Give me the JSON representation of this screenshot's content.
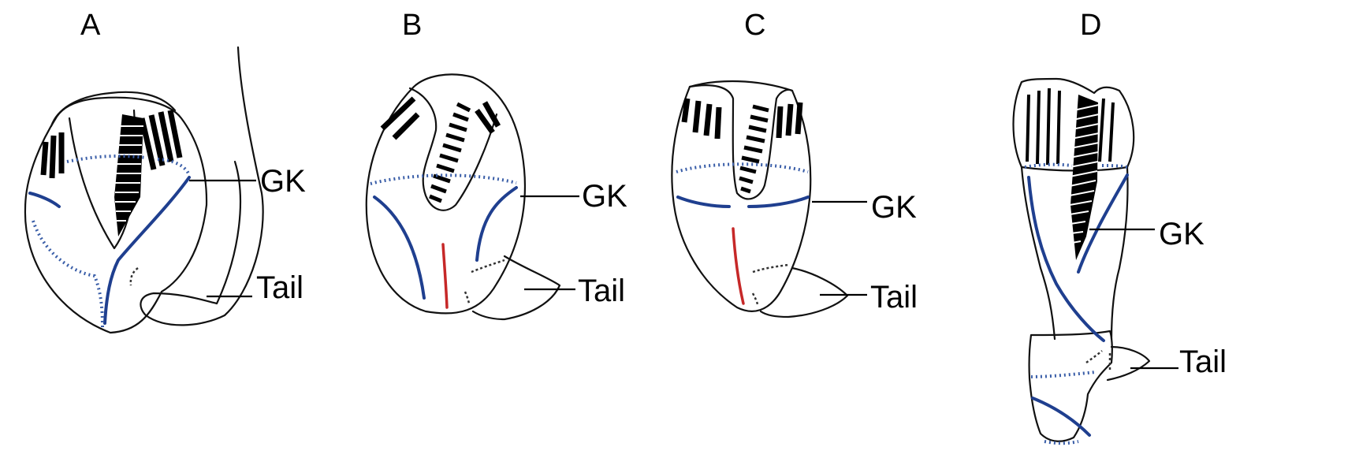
{
  "panels": [
    {
      "id": "A",
      "gk_label": "GK",
      "tail_label": "Tail"
    },
    {
      "id": "B",
      "gk_label": "GK",
      "tail_label": "Tail"
    },
    {
      "id": "C",
      "gk_label": "GK",
      "tail_label": "Tail"
    },
    {
      "id": "D",
      "gk_label": "GK",
      "tail_label": "Tail"
    }
  ],
  "colors": {
    "blue_line": "#1f3f8f",
    "red_line": "#c62828",
    "outline": "#111111"
  }
}
